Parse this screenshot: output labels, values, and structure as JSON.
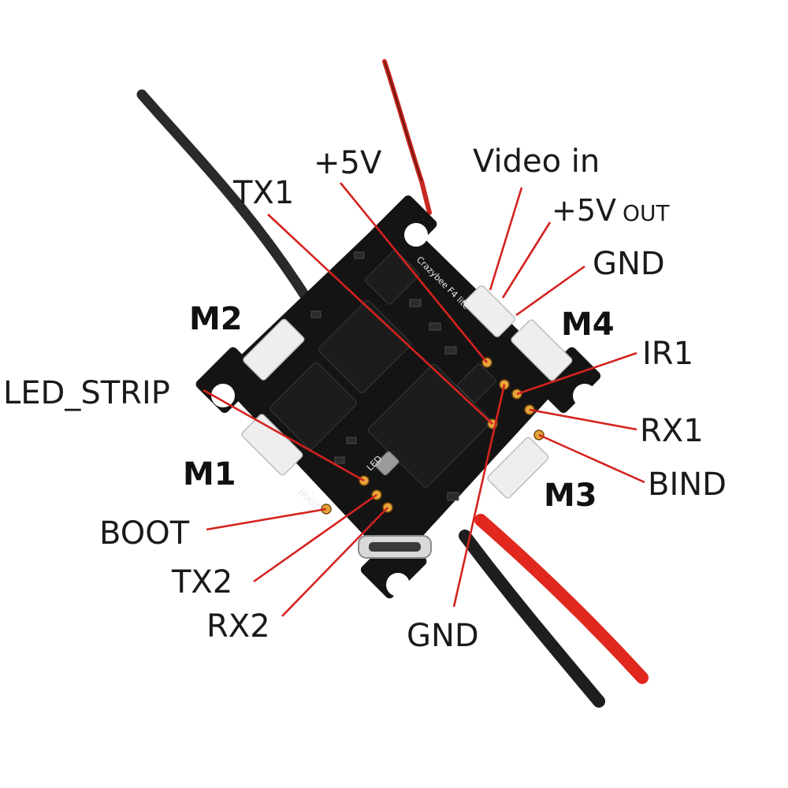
{
  "labels": {
    "tx1": "TX1",
    "v5": "+5V",
    "video_in": "Video in",
    "v5_out": "+5V",
    "v5_out_suffix": "OUT",
    "gnd_top": "GND",
    "m2": "M2",
    "m4": "M4",
    "ir1": "IR1",
    "led_strip": "LED_STRIP",
    "rx1": "RX1",
    "m1": "M1",
    "bind": "BIND",
    "m3": "M3",
    "boot": "BOOT",
    "tx2": "TX2",
    "rx2": "RX2",
    "gnd_bottom": "GND"
  },
  "board": {
    "silkscreen_name": "Crazybee F4 lite",
    "silk_boot": "BOOT",
    "silk_led": "LED"
  },
  "colors": {
    "leader": "#d4231f",
    "board": "#141414",
    "pad": "#e6a63a",
    "wire_red": "#e0281f",
    "wire_black": "#1e1e1e"
  }
}
